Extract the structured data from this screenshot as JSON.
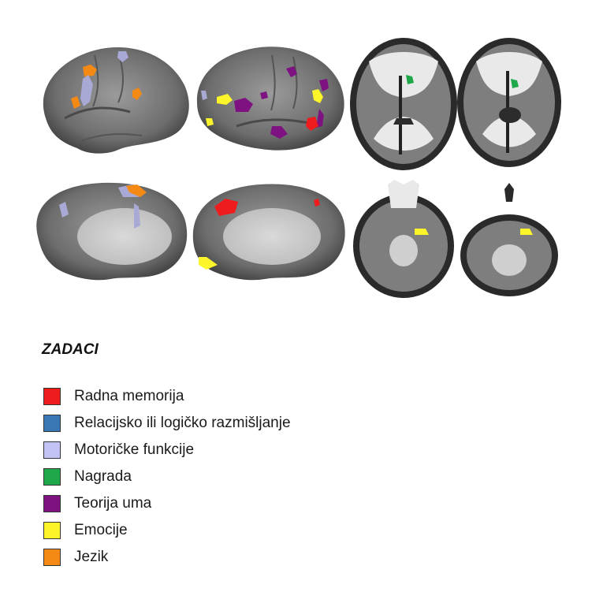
{
  "legend": {
    "title": "ZADACI",
    "items": [
      {
        "label": "Radna memorija",
        "color": "#ee1c1c"
      },
      {
        "label": "Relacijsko ili logičko razmišljanje",
        "color": "#3a77b5"
      },
      {
        "label": "Motoričke funkcije",
        "color": "#c2c3f4"
      },
      {
        "label": "Nagrada",
        "color": "#1ea84a"
      },
      {
        "label": "Teorija uma",
        "color": "#7d1280"
      },
      {
        "label": "Emocije",
        "color": "#fbf52a"
      },
      {
        "label": "Jezik",
        "color": "#f48a14"
      }
    ]
  },
  "images": [
    {
      "name": "lateral-left-hemisphere"
    },
    {
      "name": "lateral-right-hemisphere"
    },
    {
      "name": "axial-slice-upper-1"
    },
    {
      "name": "axial-slice-upper-2"
    },
    {
      "name": "medial-left-hemisphere"
    },
    {
      "name": "medial-right-hemisphere"
    },
    {
      "name": "axial-slice-lower-1"
    },
    {
      "name": "axial-slice-lower-2"
    }
  ]
}
